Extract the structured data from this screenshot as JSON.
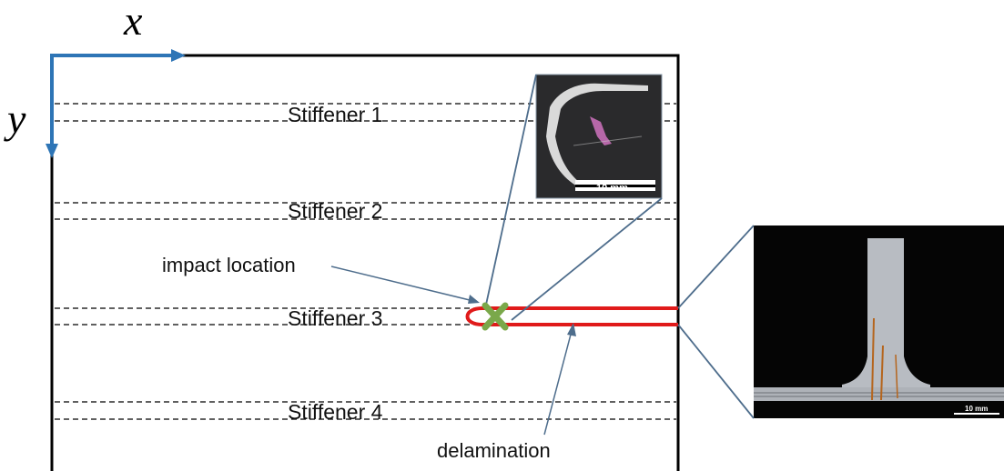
{
  "axes": {
    "x_label": "x",
    "y_label": "y"
  },
  "stiffeners": [
    {
      "label": "Stiffener 1"
    },
    {
      "label": "Stiffener 2"
    },
    {
      "label": "Stiffener 3"
    },
    {
      "label": "Stiffener 4"
    }
  ],
  "annotations": {
    "impact_location": "impact location",
    "delamination": "delamination"
  },
  "insets": {
    "top_view": {
      "scale_bar": "10 mm"
    },
    "cross_section": {
      "scale_bar": "10 mm"
    }
  },
  "colors": {
    "axis_arrow": "#2e75b6",
    "delamination_outline": "#e01a1a",
    "impact_marker": "#7aa84a",
    "callout_line": "#4e6d8c"
  }
}
